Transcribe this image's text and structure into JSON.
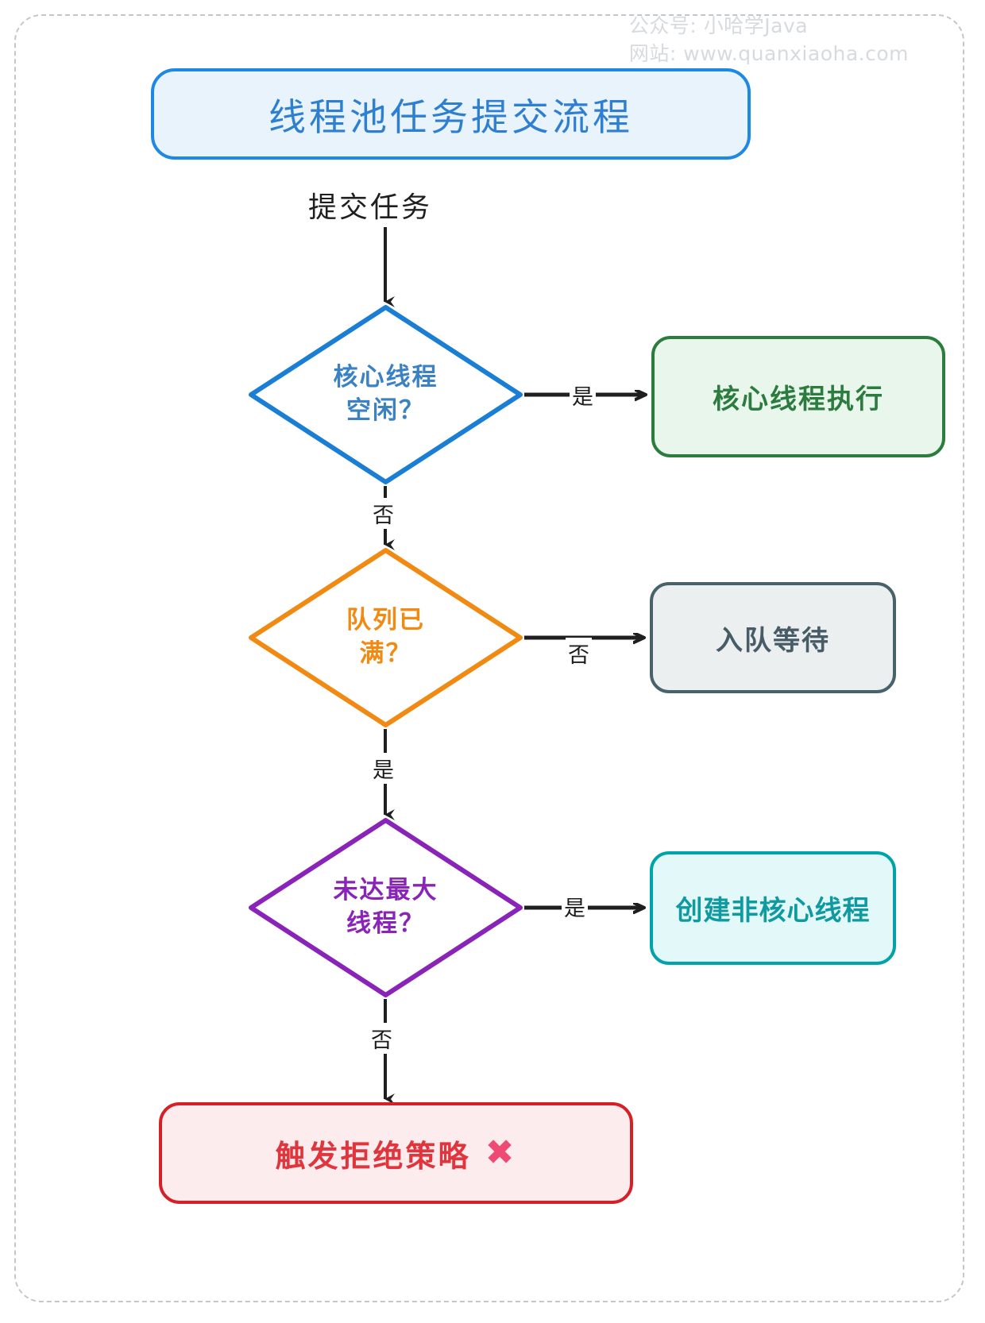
{
  "watermark": {
    "line1": "公众号: 小哈学Java",
    "line2": "网站: www.quanxiaoha.com"
  },
  "title": {
    "text": "线程池任务提交流程",
    "border_color": "#1e88e5",
    "fill_color": "#e8f3fc",
    "text_color": "#2f7fd0"
  },
  "flow": {
    "entry_label": "提交任务",
    "decisions": [
      {
        "id": "core-idle",
        "line1": "核心线程",
        "line2": "空闲？",
        "color": "#1a7fd4",
        "text_color": "#3a82c4",
        "yes_label": "是",
        "no_label": "否"
      },
      {
        "id": "queue-full",
        "line1": "队列已",
        "line2": "满？",
        "color": "#f18a12",
        "text_color": "#f18a12",
        "yes_label": "是",
        "no_label": "否"
      },
      {
        "id": "max-thread",
        "line1": "未达最大",
        "line2": "线程？",
        "color": "#8a24b8",
        "text_color": "#8a24b8",
        "yes_label": "是",
        "no_label": "否"
      }
    ],
    "outcomes": [
      {
        "id": "core-exec",
        "text": "核心线程执行",
        "border_color": "#2a7d3c",
        "fill_color": "#e9f6ec",
        "text_color": "#2c7c3f"
      },
      {
        "id": "enqueue",
        "text": "入队等待",
        "border_color": "#48626c",
        "fill_color": "#eceff0",
        "text_color": "#475c66"
      },
      {
        "id": "create-noncore",
        "text": "创建非核心线程",
        "border_color": "#00a3aa",
        "fill_color": "#e3f8f8",
        "text_color": "#0f9aa2"
      },
      {
        "id": "reject",
        "text": "触发拒绝策略",
        "icon": "✖",
        "icon_name": "cross-mark-icon",
        "border_color": "#d52027",
        "fill_color": "#fdecee",
        "text_color": "#e0353c",
        "icon_color": "#ef4a74"
      }
    ],
    "edge_labels": {
      "yes_1": "是",
      "no_1": "否",
      "no_2": "否",
      "yes_2": "是",
      "yes_3": "是",
      "no_3": "否"
    }
  },
  "frame": {
    "border_color": "#c3c7cb",
    "style": "dashed"
  }
}
